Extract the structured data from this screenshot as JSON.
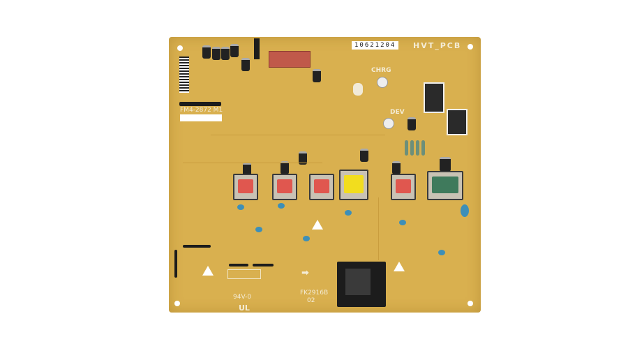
{
  "board": {
    "serial_label": "10621204",
    "board_name": "HVT_PCB",
    "part_number": "FM4-2872 M1",
    "charge_label": "CHRG",
    "dev_label": "DEV",
    "pcb_code": "FK2916B",
    "pcb_rev": "02",
    "flammability": "94V-0"
  },
  "colors": {
    "board": "#d9b04f",
    "transformer_red": "#e0574f",
    "transformer_yellow": "#f2dd1e",
    "transformer_green": "#3f7a5c",
    "connector": "#1c1c1c"
  }
}
